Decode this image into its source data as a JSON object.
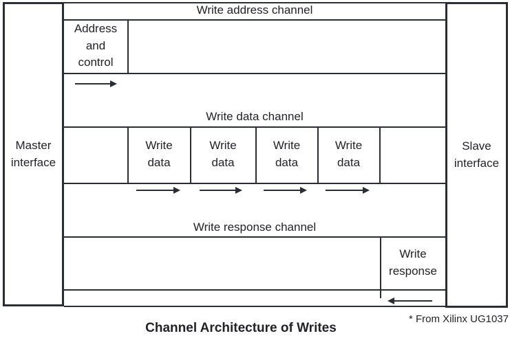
{
  "colors": {
    "line": "#2b2d35",
    "text": "#232227",
    "background": "#ffffff"
  },
  "interfaces": {
    "master": "Master\ninterface",
    "slave": "Slave\ninterface"
  },
  "channels": {
    "address": {
      "label": "Write address channel",
      "payload": "Address\nand\ncontrol",
      "direction": "right"
    },
    "data": {
      "label": "Write data channel",
      "payloads": [
        "Write\ndata",
        "Write\ndata",
        "Write\ndata",
        "Write\ndata"
      ],
      "direction": "right"
    },
    "response": {
      "label": "Write response channel",
      "payload": "Write\nresponse",
      "direction": "left"
    }
  },
  "caption": "Channel Architecture of Writes",
  "footnote": "* From Xilinx UG1037"
}
